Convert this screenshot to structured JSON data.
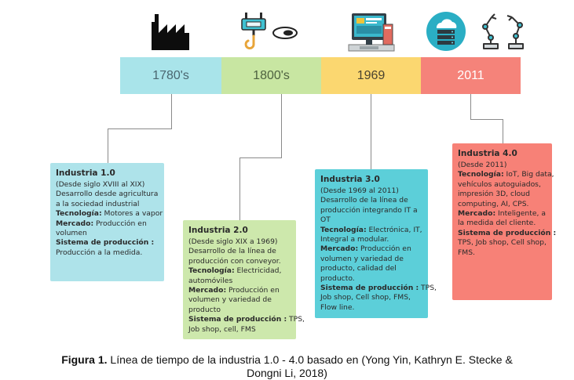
{
  "timeline": {
    "items": [
      {
        "label": "1780's",
        "color": "#a9e4ea"
      },
      {
        "label": "1800's",
        "color": "#c8e6a2"
      },
      {
        "label": "1969",
        "color": "#fbd770"
      },
      {
        "label": "2011",
        "color": "#f5837a"
      }
    ]
  },
  "icons": [
    "factory-icon",
    "crane-hook-icon",
    "conveyor-piece-icon",
    "computer-workstation-icon",
    "cloud-server-icon",
    "robot-arm-icon"
  ],
  "cards": [
    {
      "title": "Industria 1.0",
      "lines": [
        {
          "text": "(Desde siglo XVIII al XIX)"
        },
        {
          "text": "Desarrollo desde agricultura"
        },
        {
          "text": "a la sociedad industrial"
        },
        {
          "label": "Tecnología:",
          "text": " Motores a vapor"
        },
        {
          "label": "Mercado:",
          "text": " Producción en"
        },
        {
          "text": "volumen"
        },
        {
          "label": "Sistema de producción :"
        },
        {
          "text": "Producción a la medida."
        }
      ]
    },
    {
      "title": "Industria 2.0",
      "lines": [
        {
          "text": "(Desde siglo XIX a 1969)"
        },
        {
          "text": "Desarrollo de la línea de"
        },
        {
          "text": "producción  con conveyor."
        },
        {
          "label": "Tecnología:",
          "text": " Electricidad,"
        },
        {
          "text": "automóviles"
        },
        {
          "label": "Mercado:",
          "text": " Producción en"
        },
        {
          "text": "volumen y variedad de"
        },
        {
          "text": "producto"
        },
        {
          "label": "Sistema de producción :",
          "text": " TPS,"
        },
        {
          "text": "Job shop, cell, FMS"
        }
      ]
    },
    {
      "title": "Industria 3.0",
      "lines": [
        {
          "text": "(Desde 1969 al 2011)"
        },
        {
          "text": "Desarrollo de la línea de"
        },
        {
          "text": "producción  integrando IT a"
        },
        {
          "text": "OT"
        },
        {
          "label": "Tecnología:",
          "text": " Electrónica, IT,"
        },
        {
          "text": "Integral a modular."
        },
        {
          "label": "Mercado:",
          "text": " Producción en"
        },
        {
          "text": "volumen y variedad de"
        },
        {
          "text": "producto, calidad del"
        },
        {
          "text": "producto."
        },
        {
          "label": "Sistema de producción :",
          "text": " TPS,"
        },
        {
          "text": "Job shop, Cell shop, FMS,"
        },
        {
          "text": "Flow line."
        }
      ]
    },
    {
      "title": "Industria 4.0",
      "lines": [
        {
          "text": "(Desde 2011)"
        },
        {
          "label": "Tecnología:",
          "text": " IoT, Big data,"
        },
        {
          "text": "vehículos autoguiados,"
        },
        {
          "text": "impresión 3D, cloud"
        },
        {
          "text": "computing, AI, CPS."
        },
        {
          "label": "Mercado:",
          "text": " Inteligente, a"
        },
        {
          "text": "la medida del cliente."
        },
        {
          "label": "Sistema de producción :"
        },
        {
          "text": "TPS, Job shop, Cell shop,"
        },
        {
          "text": "FMS."
        }
      ]
    }
  ],
  "caption": {
    "label": "Figura 1.",
    "line1": " Línea de tiempo de la industria 1.0 - 4.0 basado en (Yong Yin, Kathryn E. Stecke &",
    "line2": "Dongni Li, 2018)"
  }
}
